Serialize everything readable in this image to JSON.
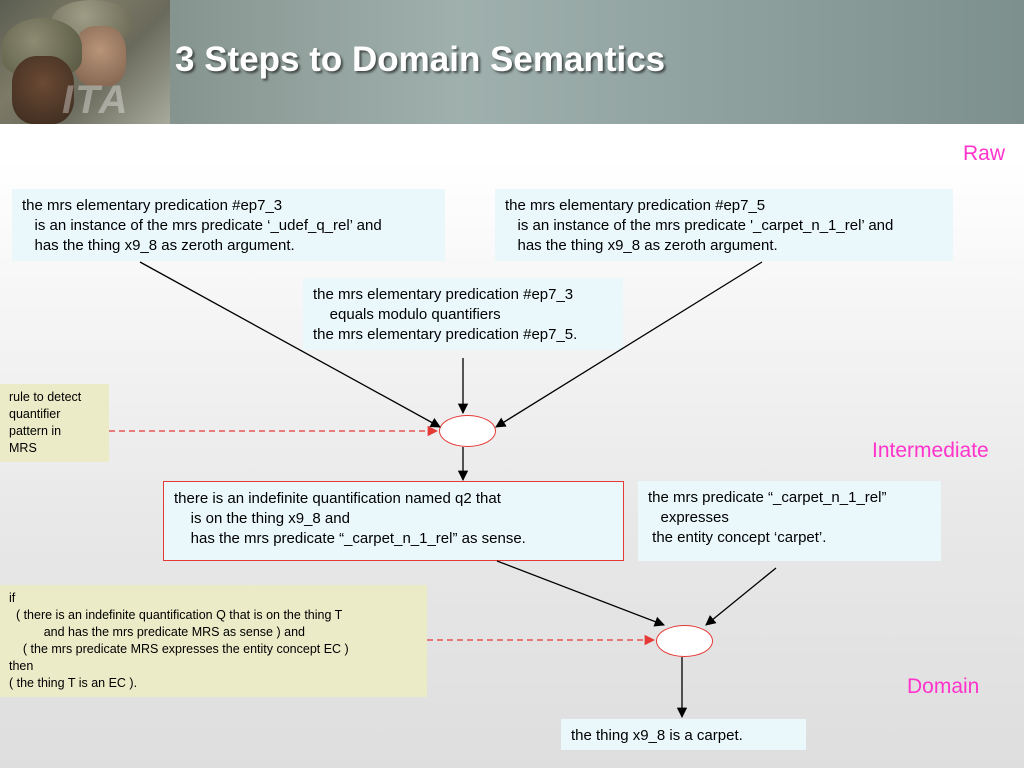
{
  "header": {
    "title": "3 Steps to Domain Semantics",
    "logo_text": "ITA"
  },
  "levels": {
    "raw": "Raw",
    "intermediate": "Intermediate",
    "domain": "Domain"
  },
  "raw_box_left": "the mrs elementary predication #ep7_3\n   is an instance of the mrs predicate ‘_udef_q_rel’ and\n   has the thing x9_8 as zeroth argument.",
  "raw_box_right": "the mrs elementary predication #ep7_5\n   is an instance of the mrs predicate '_carpet_n_1_rel’ and\n   has the thing x9_8 as zeroth argument.",
  "raw_box_middle": "the mrs elementary predication #ep7_3\n    equals modulo quantifiers\nthe mrs elementary predication #ep7_5.",
  "rule1": "rule to detect\nquantifier\npattern in\nMRS",
  "intermediate_box_left": "there is an indefinite quantification named q2 that\n    is on the thing x9_8 and\n    has the mrs predicate “_carpet_n_1_rel” as sense.",
  "intermediate_box_right": "the mrs predicate “_carpet_n_1_rel”\n   expresses\n the entity concept ‘carpet’.",
  "rule2": "if\n  ( there is an indefinite quantification Q that is on the thing T\n          and has the mrs predicate MRS as sense ) and\n    ( the mrs predicate MRS expresses the entity concept EC )\nthen\n( the thing T is an EC ).",
  "domain_box": "the thing x9_8 is a carpet.",
  "colors": {
    "level_label": "#ff33cc",
    "box_fill": "#eaf8fc",
    "rule_fill": "#ecebc8",
    "node_border": "#e53935",
    "dashed_arrow": "#e53935"
  }
}
